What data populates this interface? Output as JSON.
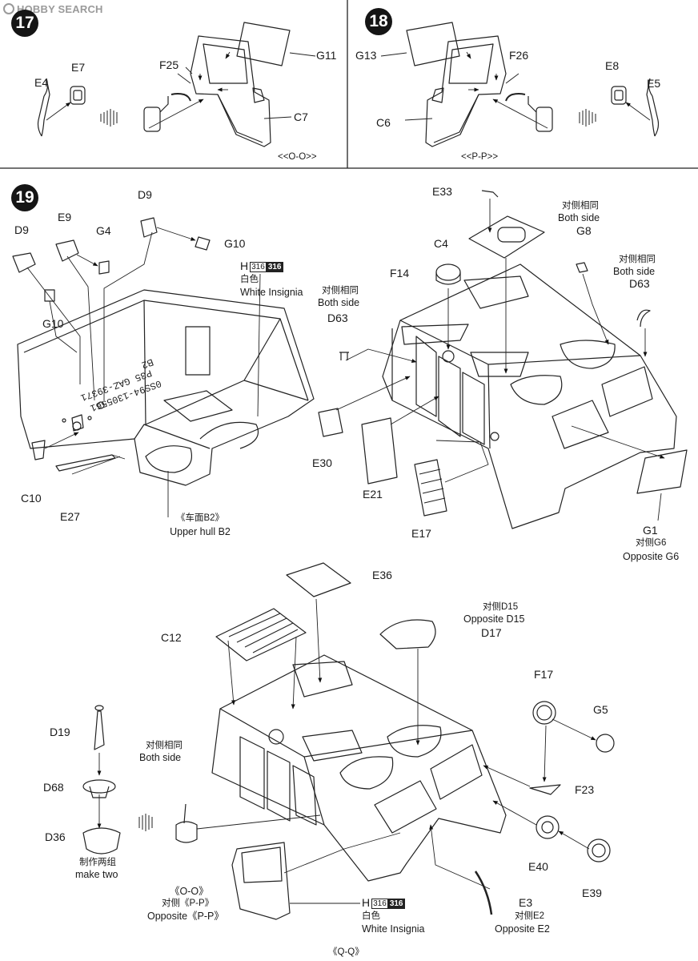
{
  "watermark": "HOBBY SEARCH",
  "steps": {
    "s17": {
      "number": "17",
      "parts": {
        "e4": "E4",
        "e7": "E7",
        "f25": "F25",
        "g11": "G11",
        "c7": "C7"
      },
      "view": "<<O-O>>"
    },
    "s18": {
      "number": "18",
      "parts": {
        "g13": "G13",
        "f26": "F26",
        "c6": "C6",
        "e8": "E8",
        "e5": "E5"
      },
      "view": "<<P-P>>"
    },
    "s19": {
      "number": "19",
      "parts": {
        "d9a": "D9",
        "d9b": "D9",
        "e9": "E9",
        "g4": "G4",
        "g10a": "G10",
        "g10b": "G10",
        "c10": "C10",
        "e27": "E27",
        "e33": "E33",
        "c4": "C4",
        "f14": "F14",
        "g8": "G8",
        "d63a": "D63",
        "d63b": "D63",
        "e30": "E30",
        "e21": "E21",
        "e17": "E17",
        "g1": "G1"
      },
      "hull_text_1": "0SS94-1305561",
      "hull_text_2": "P35 GAZ-39371",
      "hull_text_3": "B2",
      "h_letter": "H",
      "h_code_outline": "316",
      "h_code_filled": "316",
      "white_cn": "白色",
      "white_en": "White Insignia",
      "both_side_cn": "对侧相同",
      "both_side_en": "Both side",
      "upper_hull_cn": "《车面B2》",
      "upper_hull_en": "Upper hull B2",
      "opp_g6_cn": "对侧G6",
      "opp_g6_en": "Opposite G6"
    },
    "sQQ": {
      "parts": {
        "e36": "E36",
        "c12": "C12",
        "d17": "D17",
        "f17": "F17",
        "g5": "G5",
        "d19": "D19",
        "d68": "D68",
        "d36": "D36",
        "f23": "F23",
        "e40": "E40",
        "e39": "E39",
        "e3": "E3"
      },
      "opp_d15_cn": "对侧D15",
      "opp_d15_en": "Opposite D15",
      "both_side_cn": "对侧相同",
      "both_side_en": "Both side",
      "make_two_cn": "制作两组",
      "make_two_en": "make two",
      "oo_ref": "《O-O》",
      "pp_cn": "对侧《P-P》",
      "pp_en": "Opposite《P-P》",
      "h_letter": "H",
      "h_code_outline": "316",
      "h_code_filled": "316",
      "white_cn": "白色",
      "white_en": "White Insignia",
      "opp_e2_cn": "对侧E2",
      "opp_e2_en": "Opposite  E2",
      "view": "《Q-Q》"
    }
  }
}
